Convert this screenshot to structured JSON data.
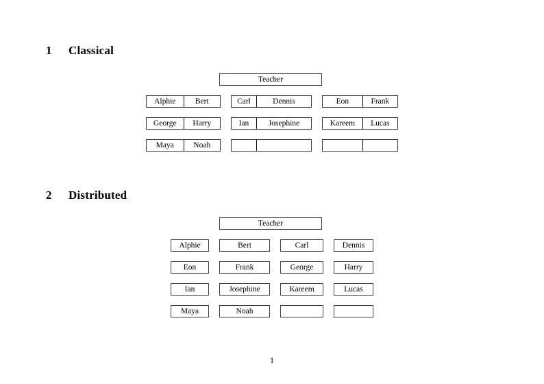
{
  "document": {
    "page_number": "1",
    "accent_color": "#000000",
    "border_color": "#3b3b3b",
    "background": "#ffffff"
  },
  "sections": [
    {
      "number": "1",
      "title": "Classical",
      "teacher_label": "Teacher",
      "rows": [
        {
          "groups": [
            {
              "left": "Alphie",
              "right": "Bert"
            },
            {
              "left": "Carl",
              "right": "Dennis"
            },
            {
              "left": "Eon",
              "right": "Frank"
            }
          ]
        },
        {
          "groups": [
            {
              "left": "George",
              "right": "Harry"
            },
            {
              "left": "Ian",
              "right": "Josephine"
            },
            {
              "left": "Kareem",
              "right": "Lucas"
            }
          ]
        },
        {
          "groups": [
            {
              "left": "Maya",
              "right": "Noah"
            },
            {
              "left": "",
              "right": ""
            },
            {
              "left": "",
              "right": ""
            }
          ]
        }
      ]
    },
    {
      "number": "2",
      "title": "Distributed",
      "teacher_label": "Teacher",
      "rows": [
        {
          "cells": [
            "Alphie",
            "Bert",
            "Carl",
            "Dennis"
          ]
        },
        {
          "cells": [
            "Eon",
            "Frank",
            "George",
            "Harry"
          ]
        },
        {
          "cells": [
            "Ian",
            "Josephine",
            "Kareem",
            "Lucas"
          ]
        },
        {
          "cells": [
            "Maya",
            "Noah",
            "",
            ""
          ]
        }
      ]
    }
  ]
}
